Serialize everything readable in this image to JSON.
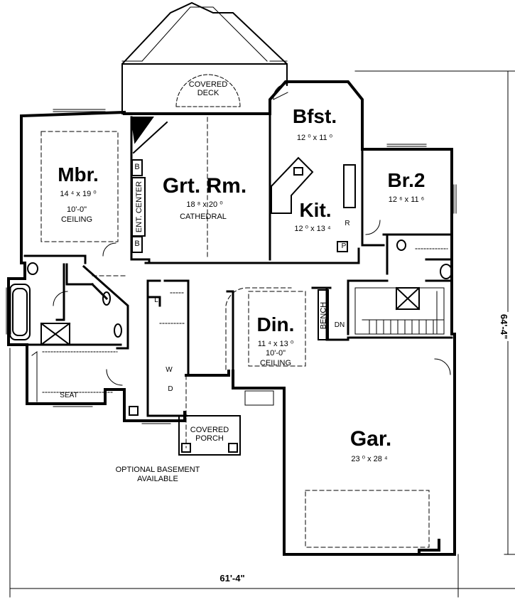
{
  "rooms": {
    "master": {
      "name": "Mbr.",
      "dims": "14 ⁴ x 19 ⁰",
      "ceiling_height": "10'-0\"",
      "ceiling_word": "CEILING"
    },
    "great_room": {
      "name": "Grt. Rm.",
      "dims": "18 ⁸ x 20 ⁰",
      "note": "CATHEDRAL"
    },
    "breakfast": {
      "name": "Bfst.",
      "dims": "12 ⁰ x 11 ⁰"
    },
    "kitchen": {
      "name": "Kit.",
      "dims": "12 ⁰ x 13 ⁴"
    },
    "bedroom2": {
      "name": "Br.2",
      "dims": "12 ⁶ x 11 ⁶"
    },
    "dining": {
      "name": "Din.",
      "dims": "11 ⁴ x 13 ⁰",
      "ceiling_height": "10'-0\"",
      "ceiling_word": "CEILING"
    },
    "garage": {
      "name": "Gar.",
      "dims": "23 ⁰ x 28 ⁴"
    }
  },
  "labels": {
    "covered_deck_1": "COVERED",
    "covered_deck_2": "DECK",
    "covered_porch_1": "COVERED",
    "covered_porch_2": "PORCH",
    "ent_center": "ENT. CENTER",
    "bookcase_b": "B",
    "bench": "BENCH",
    "dn": "DN",
    "seat": "SEAT",
    "laundry_l": "L",
    "washer_w": "W",
    "dryer_d": "D",
    "range_r": "R",
    "pantry_p": "P",
    "optional_basement_1": "OPTIONAL BASEMENT",
    "optional_basement_2": "AVAILABLE"
  },
  "dimensions": {
    "overall_width": "61'-4\"",
    "overall_depth": "64'-4\""
  }
}
